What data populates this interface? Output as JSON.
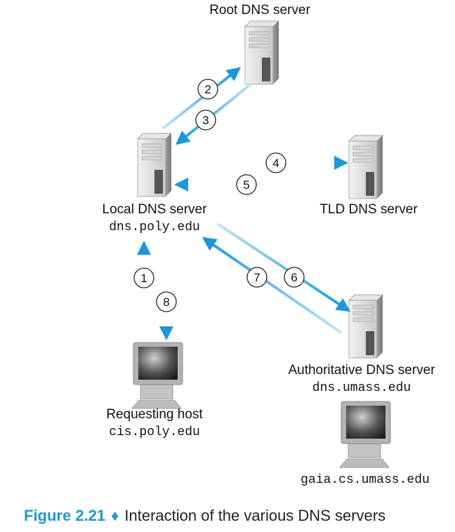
{
  "nodes": {
    "root": {
      "label": "Root DNS server"
    },
    "tld": {
      "label": "TLD DNS server"
    },
    "local": {
      "label": "Local DNS server",
      "host": "dns.poly.edu"
    },
    "auth": {
      "label": "Authoritative DNS server",
      "host": "dns.umass.edu"
    },
    "requesting": {
      "label": "Requesting host",
      "host": "cis.poly.edu"
    },
    "gaia": {
      "host": "gaia.cs.umass.edu"
    }
  },
  "steps": [
    "1",
    "2",
    "3",
    "4",
    "5",
    "6",
    "7",
    "8"
  ],
  "caption": {
    "figure": "Figure 2.21",
    "separator": "♦",
    "text": "Interaction of the various DNS servers"
  },
  "colors": {
    "arrow": "#1f97d6",
    "accent": "#1f97d6"
  }
}
